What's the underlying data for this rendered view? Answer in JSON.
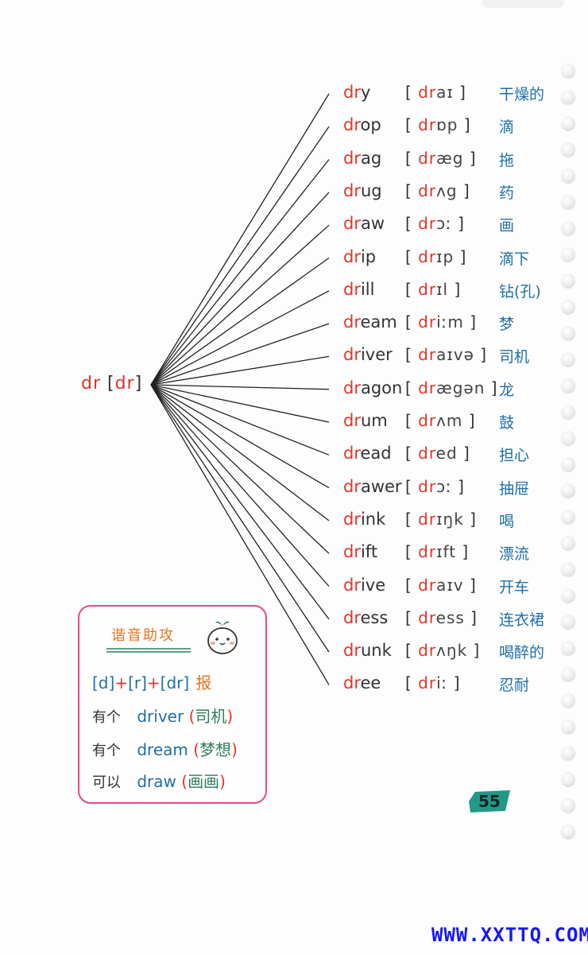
{
  "root": {
    "letters": "dr",
    "ipa": "dr"
  },
  "words": [
    {
      "rest": "y",
      "ipa_rest": "aɪ",
      "cn": "干燥的"
    },
    {
      "rest": "op",
      "ipa_rest": "ɒp",
      "cn": "滴"
    },
    {
      "rest": "ag",
      "ipa_rest": "æg",
      "cn": "拖"
    },
    {
      "rest": "ug",
      "ipa_rest": "ʌg",
      "cn": "药"
    },
    {
      "rest": "aw",
      "ipa_rest": "ɔː",
      "cn": "画"
    },
    {
      "rest": "ip",
      "ipa_rest": "ɪp",
      "cn": "滴下"
    },
    {
      "rest": "ill",
      "ipa_rest": "ɪl",
      "cn": "钻(孔)"
    },
    {
      "rest": "eam",
      "ipa_rest": "iːm",
      "cn": "梦"
    },
    {
      "rest": "iver",
      "ipa_rest": "aɪvə",
      "cn": "司机"
    },
    {
      "rest": "agon",
      "ipa_rest": "ægən",
      "cn": "龙"
    },
    {
      "rest": "um",
      "ipa_rest": "ʌm",
      "cn": "鼓"
    },
    {
      "rest": "ead",
      "ipa_rest": "ed",
      "cn": "担心"
    },
    {
      "rest": "awer",
      "ipa_rest": "ɔː",
      "cn": "抽屉"
    },
    {
      "rest": "ink",
      "ipa_rest": "ɪŋk",
      "cn": "喝"
    },
    {
      "rest": "ift",
      "ipa_rest": "ɪft",
      "cn": "漂流"
    },
    {
      "rest": "ive",
      "ipa_rest": "aɪv",
      "cn": "开车"
    },
    {
      "rest": "ess",
      "ipa_rest": "ess",
      "cn": "连衣裙"
    },
    {
      "rest": "unk",
      "ipa_rest": "ʌŋk",
      "cn": "喝醉的"
    },
    {
      "rest": "ee",
      "ipa_rest": "iː",
      "cn": "忍耐"
    }
  ],
  "memo": {
    "title": "谐音助攻",
    "formula": {
      "a": "[d]",
      "plus1": "+",
      "b": "[r]",
      "plus2": "+",
      "c": "[dr]",
      "verb": "报"
    },
    "lines": [
      {
        "prefix": "有个",
        "word": "driver",
        "cn": "司机"
      },
      {
        "prefix": "有个",
        "word": "dream",
        "cn": "梦想"
      },
      {
        "prefix": "可以",
        "word": "draw",
        "cn": "画画"
      }
    ]
  },
  "page_number": "55",
  "watermark": "WWW.XXTTQ.COM",
  "colors": {
    "accent_red": "#e0352b",
    "blue": "#1f6fa8",
    "pink_border": "#e4488f",
    "orange": "#e6731f",
    "watermark": "#1616ff"
  }
}
